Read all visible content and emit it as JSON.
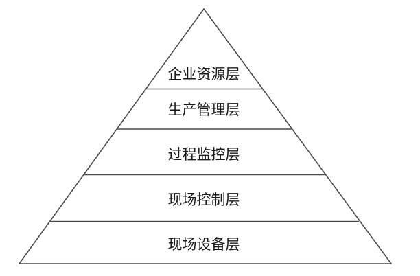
{
  "pyramid": {
    "layers": [
      {
        "label": "企业资源层"
      },
      {
        "label": "生产管理层"
      },
      {
        "label": "过程监控层"
      },
      {
        "label": "现场控制层"
      },
      {
        "label": "现场设备层"
      }
    ],
    "colors": {
      "stroke": "#4a4a4a",
      "text": "#1a1a1a",
      "background": "#ffffff"
    }
  }
}
